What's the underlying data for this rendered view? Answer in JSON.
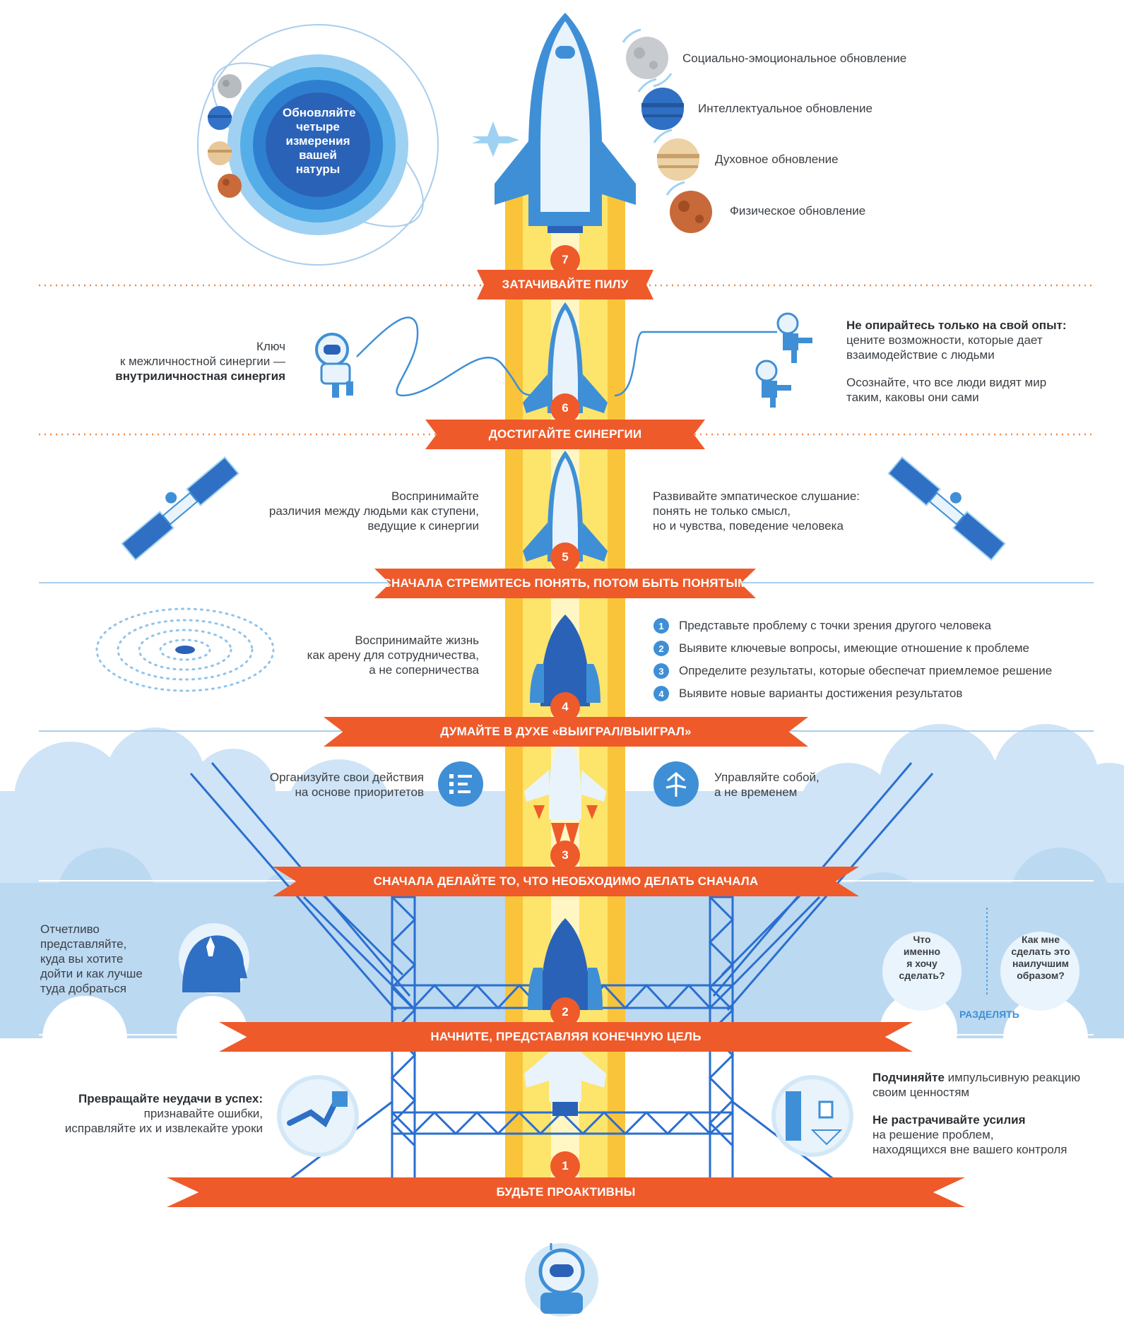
{
  "top_circle": {
    "text": "Обновляйте четыре измерения вашей натуры",
    "line1": "Обновляйте",
    "line2": "четыре",
    "line3": "измерения",
    "line4": "вашей натуры"
  },
  "renewals": [
    {
      "label": "Социально-эмоциональное обновление",
      "icon": "grey-planet-icon"
    },
    {
      "label": "Интеллектуальное обновление",
      "icon": "blue-planet-icon"
    },
    {
      "label": "Духовное обновление",
      "icon": "beige-planet-icon"
    },
    {
      "label": "Физическое обновление",
      "icon": "rust-planet-icon"
    }
  ],
  "habits": [
    {
      "number": "7",
      "title": "ЗАТАЧИВАЙТЕ ПИЛУ"
    },
    {
      "number": "6",
      "title": "ДОСТИГАЙТЕ СИНЕРГИИ"
    },
    {
      "number": "5",
      "title": "СНАЧАЛА СТРЕМИТЕСЬ ПОНЯТЬ, ПОТОМ БЫТЬ ПОНЯТЫМ"
    },
    {
      "number": "4",
      "title": "ДУМАЙТЕ В ДУХЕ «ВЫИГРАЛ/ВЫИГРАЛ»"
    },
    {
      "number": "3",
      "title": "СНАЧАЛА ДЕЛАЙТЕ ТО, ЧТО НЕОБХОДИМО ДЕЛАТЬ СНАЧАЛА"
    },
    {
      "number": "2",
      "title": "НАЧНИТЕ, ПРЕДСТАВЛЯЯ КОНЕЧНУЮ ЦЕЛЬ"
    },
    {
      "number": "1",
      "title": "БУДЬТЕ ПРОАКТИВНЫ"
    }
  ],
  "h6": {
    "left_l1": "Ключ",
    "left_l2": "к межличностной синергии —",
    "left_l3": "внутриличностная синергия",
    "right_b1": "Не опирайтесь только на свой опыт:",
    "right_l2": "цените возможности, которые дает",
    "right_l3": "взаимодействие с людьми",
    "right_l4": "Осознайте, что все люди видят мир",
    "right_l5": "таким, каковы они сами"
  },
  "h5": {
    "left_l1": "Воспринимайте",
    "left_l2": "различия между людьми как ступени,",
    "left_l3": "ведущие к синергии",
    "right_l1": "Развивайте эмпатическое слушание:",
    "right_l2": "понять не только смысл,",
    "right_l3": "но и чувства, поведение человека"
  },
  "h4": {
    "left_l1": "Воспринимайте жизнь",
    "left_l2": "как арену для сотрудничества,",
    "left_l3": "а не соперничества",
    "steps": [
      {
        "n": "1",
        "text": "Представьте проблему с точки зрения другого человека"
      },
      {
        "n": "2",
        "text": "Выявите ключевые вопросы, имеющие отношение к проблеме"
      },
      {
        "n": "3",
        "text": "Определите результаты, которые обеспечат приемлемое решение"
      },
      {
        "n": "4",
        "text": "Выявите новые варианты достижения результатов"
      }
    ]
  },
  "h3": {
    "left_l1": "Организуйте свои действия",
    "left_l2": "на основе приоритетов",
    "right_l1": "Управляйте собой,",
    "right_l2": "а не временем"
  },
  "h2": {
    "left_l1": "Отчетливо",
    "left_l2": "представляйте,",
    "left_l3": "куда вы хотите",
    "left_l4": "дойти и как лучше",
    "left_l5": "туда добраться",
    "cloud1_l1": "Что",
    "cloud1_l2": "именно",
    "cloud1_l3": "я хочу",
    "cloud1_l4": "сделать?",
    "cloud2_l1": "Как мне",
    "cloud2_l2": "сделать это",
    "cloud2_l3": "наилучшим",
    "cloud2_l4": "образом?",
    "divider_label": "РАЗДЕЛЯТЬ"
  },
  "h1": {
    "left_b1": "Превращайте неудачи в успех:",
    "left_l2": "признавайте ошибки,",
    "left_l3": "исправляйте их и извлекайте уроки",
    "right_b1": "Подчиняйте",
    "right_r1": " импульсивную реакцию",
    "right_l2": "своим ценностям",
    "right_b3": "Не растрачивайте усилия",
    "right_l4": "на решение проблем,",
    "right_l5": "находящихся вне вашего контроля"
  },
  "colors": {
    "orange": "#ee5a2a",
    "blue": "#3f8fd6",
    "dark_blue": "#2a5fb0",
    "light_blue": "#d3e8f7",
    "yellow": "#fde46b",
    "gold": "#f9c43a"
  }
}
